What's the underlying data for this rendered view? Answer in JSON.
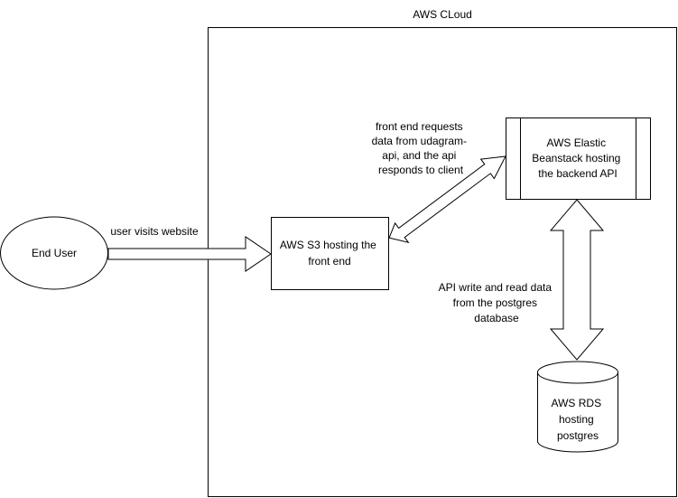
{
  "cloud": {
    "label": "AWS CLoud"
  },
  "nodes": {
    "end_user": {
      "label": "End User"
    },
    "s3": {
      "lines": [
        "AWS S3 hosting the",
        "front end"
      ]
    },
    "beanstalk": {
      "lines": [
        "AWS Elastic",
        "Beanstack hosting",
        "the backend API"
      ]
    },
    "rds": {
      "lines": [
        "AWS RDS",
        "hosting",
        "postgres"
      ]
    }
  },
  "edges": {
    "user_to_s3": {
      "label": "user visits website"
    },
    "s3_to_beanstalk": {
      "lines": [
        "front end requests",
        "data from udagram-",
        "api, and the api",
        "responds to client"
      ]
    },
    "beanstalk_to_rds": {
      "lines": [
        "API write and read data",
        "from the postgres",
        "database"
      ]
    }
  },
  "colors": {
    "stroke": "#000000",
    "fill": "#ffffff",
    "text": "#000000"
  }
}
